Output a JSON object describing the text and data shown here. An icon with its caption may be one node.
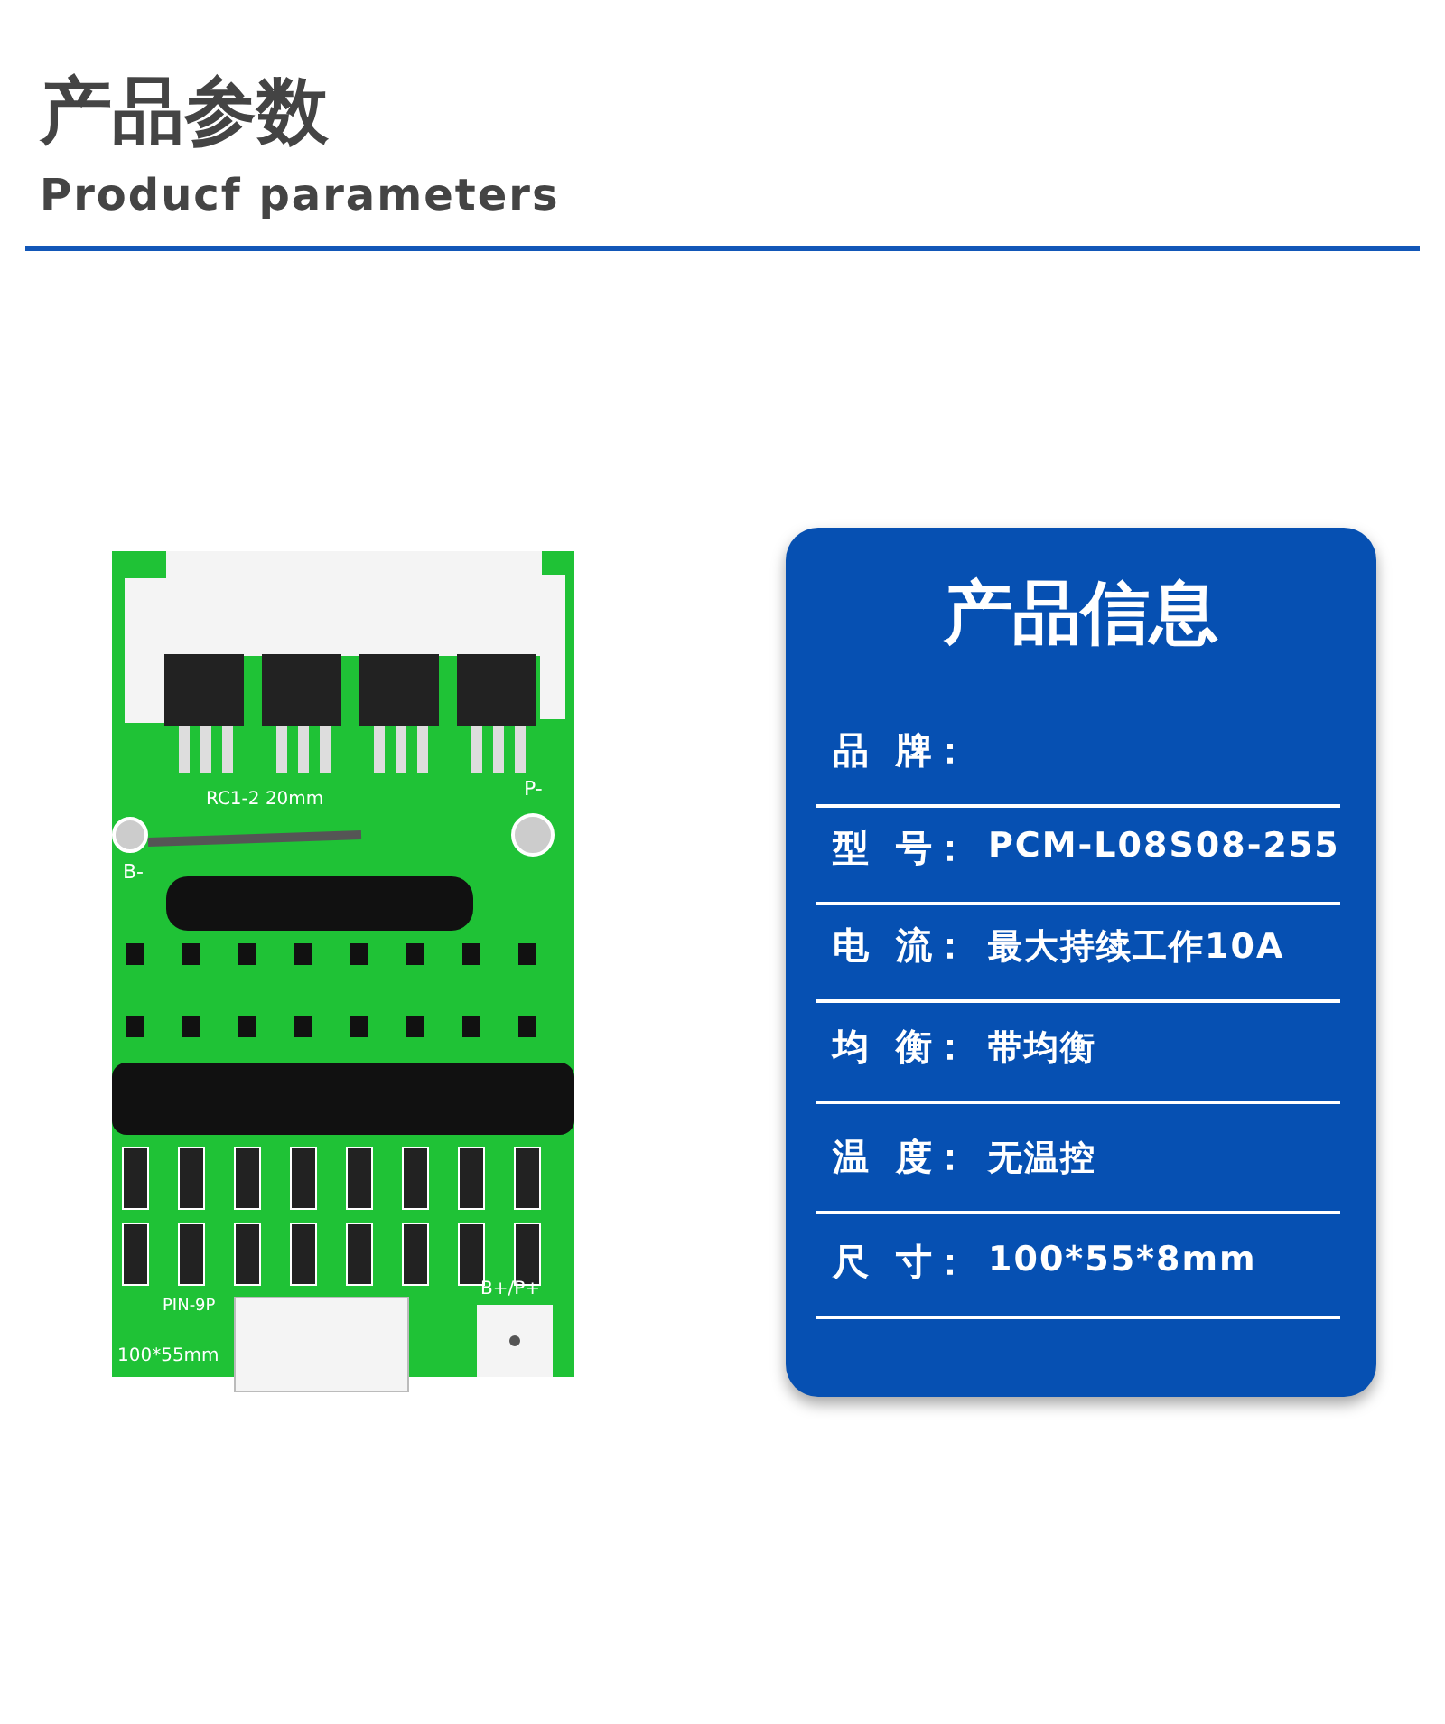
{
  "diagram": {
    "title": "产品参数",
    "nodes": [
      {
        "text": [
          "产品信息"
        ]
      }
    ],
    "labels": [
      "Producf parameters",
      "RC1-2 20mm",
      "B-",
      "P-",
      "B+/P+",
      "PIN-9P",
      "100*55mm",
      "品 牌：",
      "型 号：",
      "PCM-L08S08-255",
      "电 流：",
      "最大持续工作10A",
      "均 衡：",
      "带均衡",
      "温 度：",
      "无温控",
      "尺 寸：",
      "100*55*8mm"
    ]
  }
}
